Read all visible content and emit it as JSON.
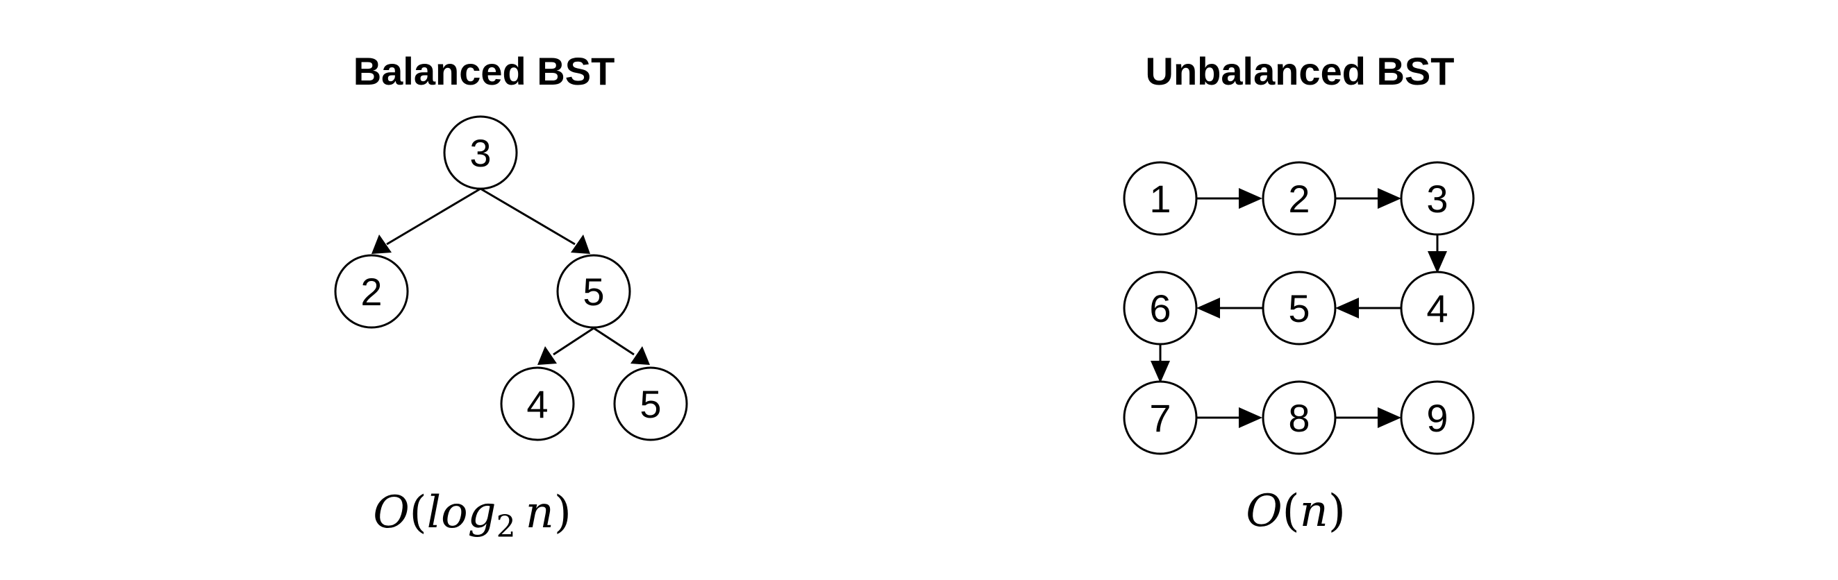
{
  "balanced": {
    "title": "Balanced BST",
    "nodes": [
      "3",
      "2",
      "5",
      "4",
      "5"
    ],
    "complexity": {
      "big_o": "O",
      "open": "(",
      "log": "log",
      "base": "2",
      "var": "n",
      "close": ")"
    }
  },
  "unbalanced": {
    "title": "Unbalanced BST",
    "nodes": [
      "1",
      "2",
      "3",
      "4",
      "5",
      "6",
      "7",
      "8",
      "9"
    ],
    "complexity": {
      "big_o": "O",
      "open": "(",
      "var": "n",
      "close": ")"
    }
  }
}
